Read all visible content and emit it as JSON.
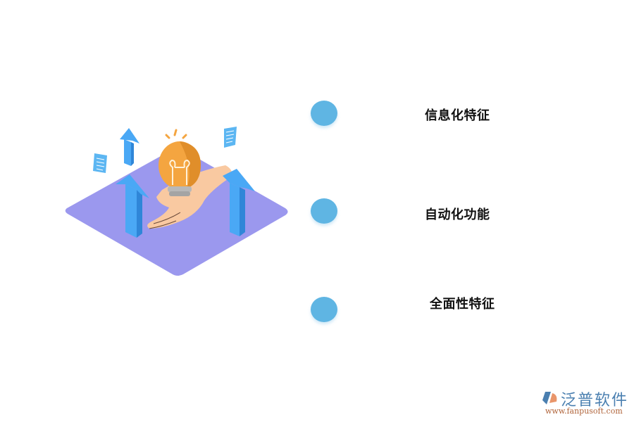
{
  "features": [
    {
      "label": "信息化特征",
      "icon": "circle-dot"
    },
    {
      "label": "自动化功能",
      "icon": "circle-dot"
    },
    {
      "label": "全面性特征",
      "icon": "circle-dot"
    }
  ],
  "illustration": {
    "description": "isometric-hand-holding-lightbulb-with-up-arrows",
    "colors": {
      "platform": "#9b98ee",
      "arrow": "#4aa8f5",
      "arrow_dark": "#2f86d8",
      "bulb": "#f4a540",
      "bulb_dark": "#e08e2a",
      "hand": "#f9c9a1",
      "socket": "#b8b8b8",
      "paper": "#5cb6f2"
    }
  },
  "logo": {
    "name": "泛普软件",
    "url": "www.fanpusoft.com",
    "colors": {
      "primary": "#4a7fb0",
      "accent": "#e9956a"
    }
  },
  "colors": {
    "dot": "#5fb5e3",
    "label": "#111111",
    "background": "#ffffff"
  }
}
